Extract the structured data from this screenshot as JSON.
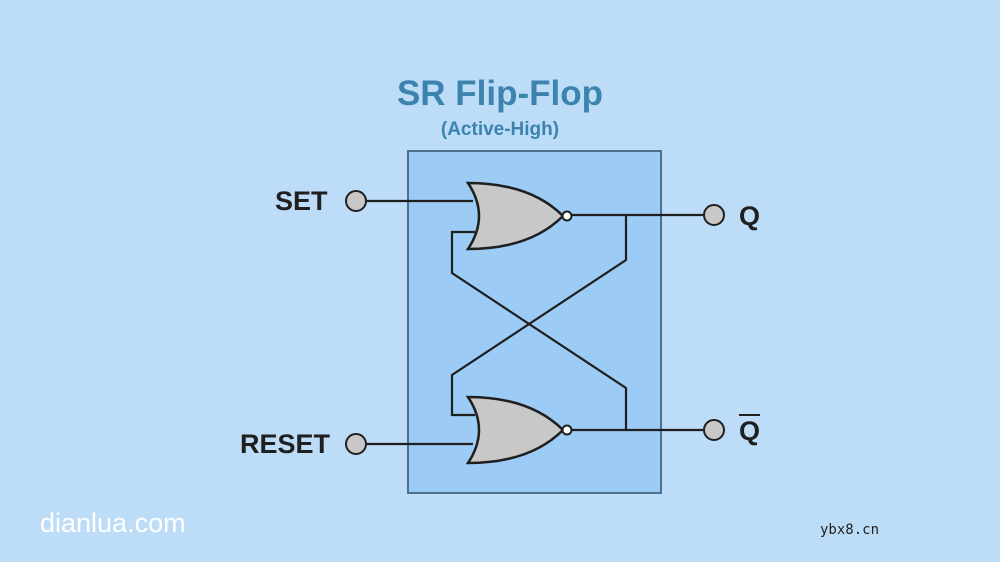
{
  "diagram": {
    "title": "SR Flip-Flop",
    "subtitle": "(Active-High)",
    "inputs": {
      "set": "SET",
      "reset": "RESET"
    },
    "outputs": {
      "q": "Q",
      "q_bar": "Q"
    },
    "gates": [
      "NOR",
      "NOR"
    ],
    "colors": {
      "background": "#bcdcf8",
      "box_fill": "#9ccbf6",
      "box_border": "#4d6f90",
      "title": "#3c84ae",
      "gate_fill": "#c8c8c8",
      "wire": "#1f1f1f"
    }
  },
  "watermarks": {
    "left": "dianlua.com",
    "right": "ybx8.cn"
  }
}
